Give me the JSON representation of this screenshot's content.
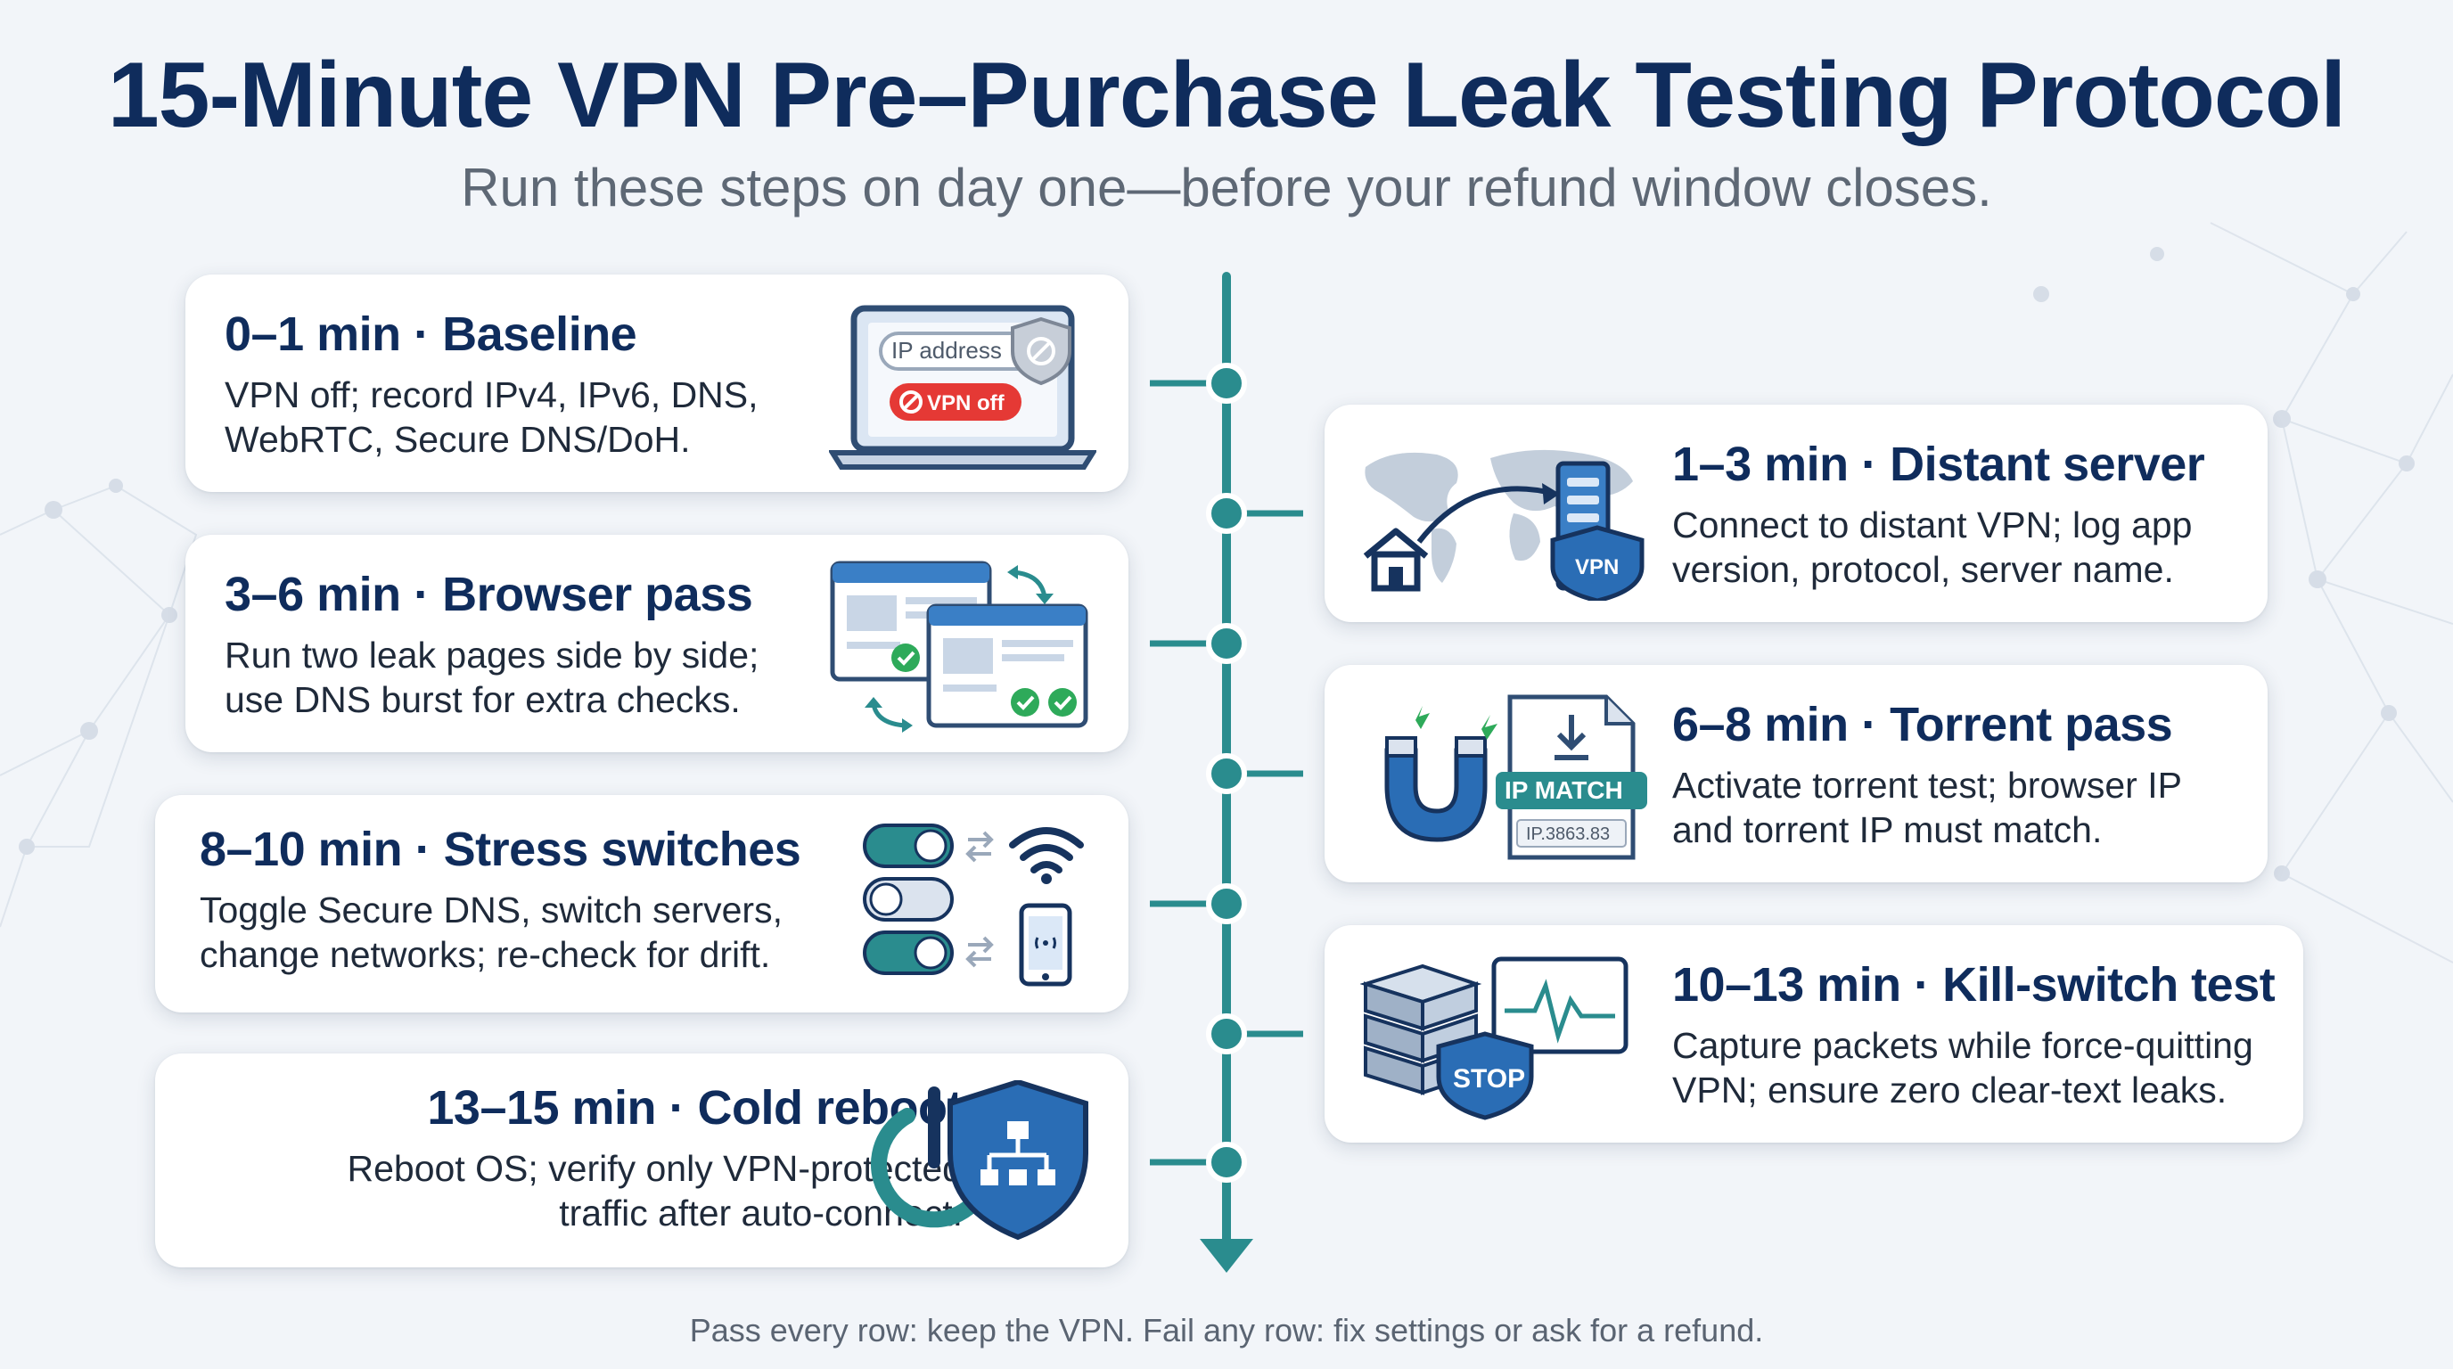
{
  "title": "15-Minute VPN Pre–Purchase Leak Testing Protocol",
  "subtitle": "Run these steps on day one—before your refund window closes.",
  "footer": "Pass every row: keep the VPN. Fail any row: fix settings or ask for a refund.",
  "colors": {
    "navy": "#0f2c5c",
    "teal": "#2a8c8e",
    "blue": "#3a7fc6",
    "green": "#2eaa5a",
    "red": "#e53935"
  },
  "steps": [
    {
      "time": "0–1 min · Baseline",
      "line1": "VPN off; record IPv4, IPv6, DNS,",
      "line2": "WebRTC, Secure DNS/DoH.",
      "icon": "laptop-icon",
      "ip_label": "IP address",
      "vpn_off_label": "VPN off"
    },
    {
      "time": "1–3 min · Distant server",
      "line1": "Connect to distant VPN; log app",
      "line2": "version, protocol, server name.",
      "icon": "world-map-icon",
      "vpn_label": "VPN"
    },
    {
      "time": "3–6 min · Browser pass",
      "line1": "Run two leak pages side by side;",
      "line2": "use DNS burst for extra checks.",
      "icon": "browser-windows-icon"
    },
    {
      "time": "6–8 min · Torrent pass",
      "line1": "Activate torrent test; browser IP",
      "line2": "and torrent IP must match.",
      "icon": "magnet-icon",
      "match_label": "IP MATCH",
      "ip_value": "IP.3863.83"
    },
    {
      "time": "8–10 min · Stress switches",
      "line1": "Toggle Secure DNS, switch servers,",
      "line2": "change networks; re-check for drift.",
      "icon": "toggle-switches-icon"
    },
    {
      "time": "10–13 min · Kill-switch test",
      "line1": "Capture packets while force-quitting",
      "line2": "VPN; ensure zero clear-text leaks.",
      "icon": "server-stop-icon",
      "stop_label": "STOP"
    },
    {
      "time": "13–15 min · Cold reboot",
      "line1": "Reboot OS; verify only VPN-protected",
      "line2": "traffic after auto-connect.",
      "icon": "power-shield-icon"
    }
  ]
}
